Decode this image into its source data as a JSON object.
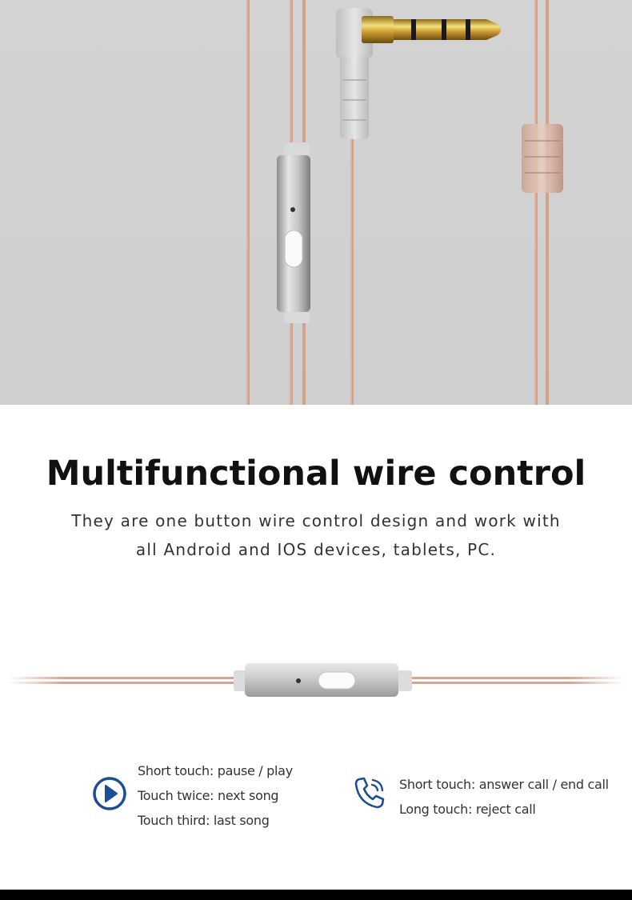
{
  "hero": {
    "icon": "earphone-cable-plug-photo"
  },
  "headline": {
    "title": "Multifunctional wire control",
    "subtitle": "They are one button wire control design and work with all Android and IOS devices, tablets, PC."
  },
  "wire_control": {
    "icon": "inline-remote-photo"
  },
  "media_controls": {
    "icon": "play-icon",
    "items": [
      "Short touch: pause / play",
      "Touch twice: next song",
      "Touch third: last song"
    ]
  },
  "call_controls": {
    "icon": "phone-icon",
    "items": [
      "Short touch: answer call / end call",
      "Long touch: reject call"
    ]
  },
  "colors": {
    "accent": "#1c4e96",
    "cable": "#d7a58f",
    "text": "#333333",
    "hero_bg": "#d2d2d2"
  }
}
